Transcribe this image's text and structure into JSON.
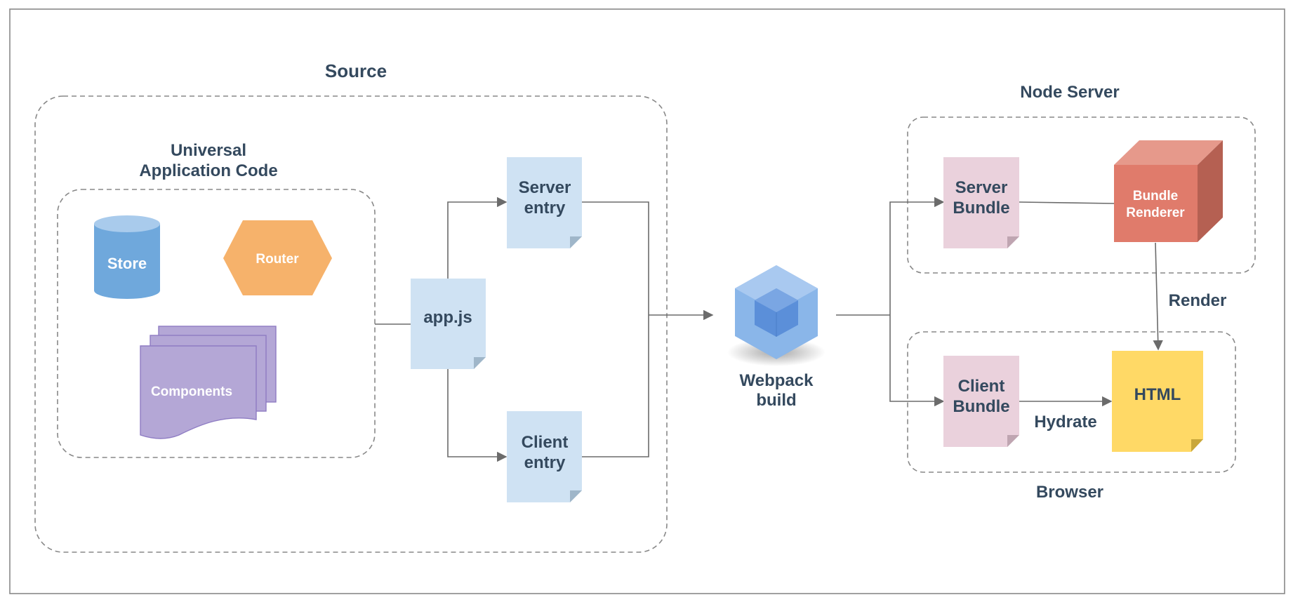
{
  "labels": {
    "source": "Source",
    "universal_line1": "Universal",
    "universal_line2": "Application Code",
    "node_server": "Node Server",
    "browser": "Browser",
    "render": "Render",
    "hydrate": "Hydrate",
    "webpack_line1": "Webpack",
    "webpack_line2": "build"
  },
  "nodes": {
    "store": "Store",
    "router": "Router",
    "components": "Components",
    "app_js": "app.js",
    "server_entry_line1": "Server",
    "server_entry_line2": "entry",
    "client_entry_line1": "Client",
    "client_entry_line2": "entry",
    "server_bundle_line1": "Server",
    "server_bundle_line2": "Bundle",
    "client_bundle_line1": "Client",
    "client_bundle_line2": "Bundle",
    "bundle_renderer_line1": "Bundle",
    "bundle_renderer_line2": "Renderer",
    "html": "HTML"
  },
  "colors": {
    "frame": "#888888",
    "text": "#34495e",
    "store": "#6fa8dc",
    "store_top": "#a9cbec",
    "router": "#f6b26b",
    "components": "#b4a7d6",
    "components_stroke": "#8e7cc3",
    "entry_doc": "#cfe2f3",
    "bundle_doc": "#ead1dc",
    "renderer_front": "#e07b6b",
    "renderer_top": "#e6998b",
    "renderer_side": "#b56052",
    "html_doc": "#ffd966",
    "webpack_outer": "#8ab6e9",
    "webpack_inner": "#5b8fd9",
    "arrow": "#6b6b6b"
  }
}
